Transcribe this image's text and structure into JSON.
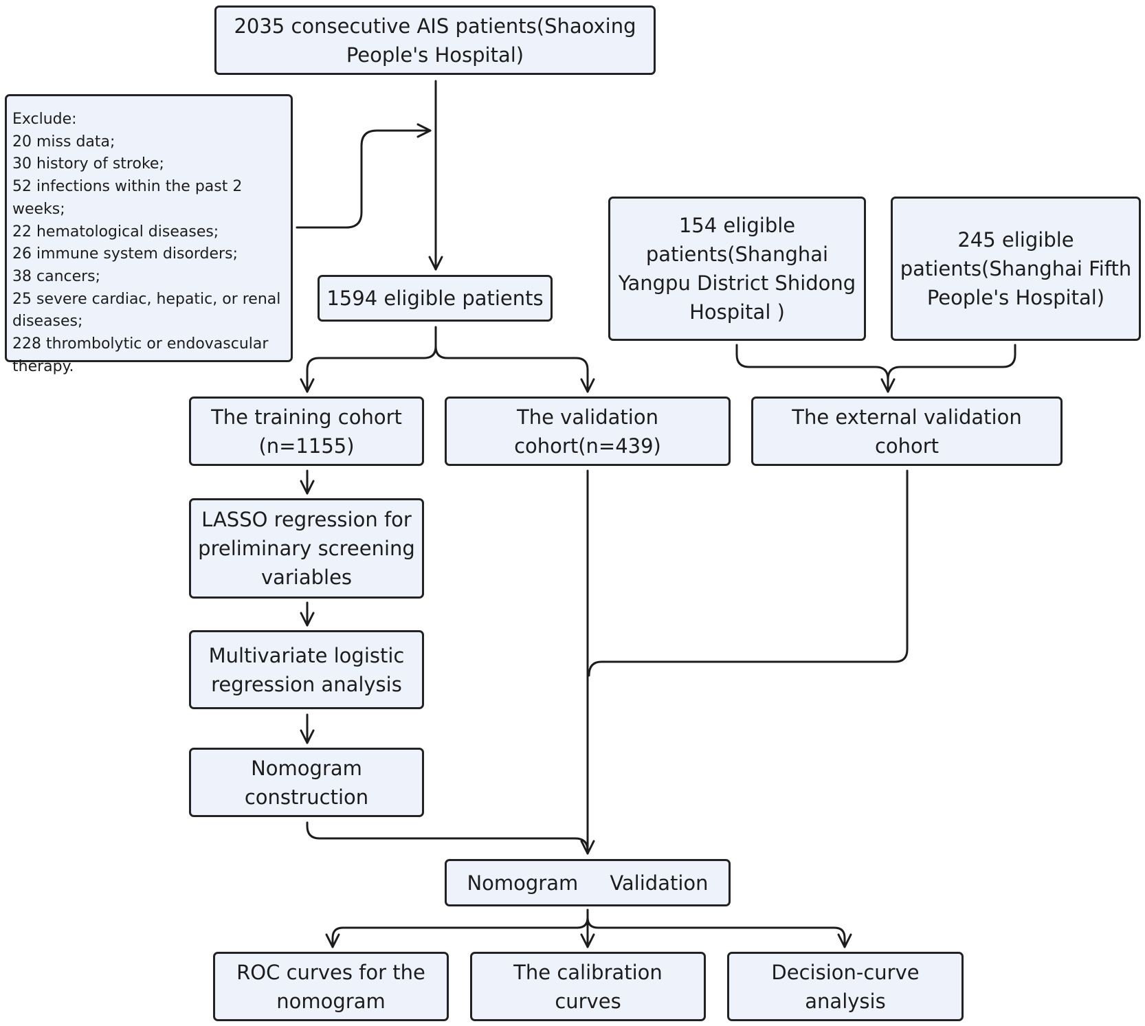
{
  "nodes": {
    "top": [
      "2035  consecutive  AIS  patients(Shaoxing",
      "People's Hospital)"
    ],
    "exclude": [
      "Exclude:",
      "20 miss data;",
      "30 history of stroke;",
      "52 infections within the past 2 weeks;",
      "22 hematological diseases;",
      "26 immune system disorders;",
      "38 cancers;",
      "25 severe cardiac, hepatic, or renal",
      "diseases;",
      "228 thrombolytic or endovascular",
      "therapy."
    ],
    "eligible": [
      "1594  eligible patients"
    ],
    "shanghai_shidong": [
      "154 eligible",
      "patients(Shanghai",
      "Yangpu District Shidong",
      "Hospital )"
    ],
    "shanghai_fifth": [
      "245 eligible",
      "patients(Shanghai Fifth",
      "People's Hospital)"
    ],
    "training": [
      "The training cohort",
      "(n=1155)"
    ],
    "validation": [
      "The validation cohort(n=439)"
    ],
    "external": [
      "The external validation cohort"
    ],
    "lasso": [
      "LASSO regression for",
      "preliminary screening",
      "variables"
    ],
    "multivariate": [
      "Multivariate logistic",
      "regression analysis"
    ],
    "nomogram_construction": [
      "Nomogram",
      "construction"
    ],
    "nomogram_validation": [
      "Nomogram     Validation"
    ],
    "roc": [
      "ROC curves for the",
      "nomogram"
    ],
    "calibration": [
      "The calibration curves"
    ],
    "decision": [
      "Decision-curve analysis"
    ]
  }
}
